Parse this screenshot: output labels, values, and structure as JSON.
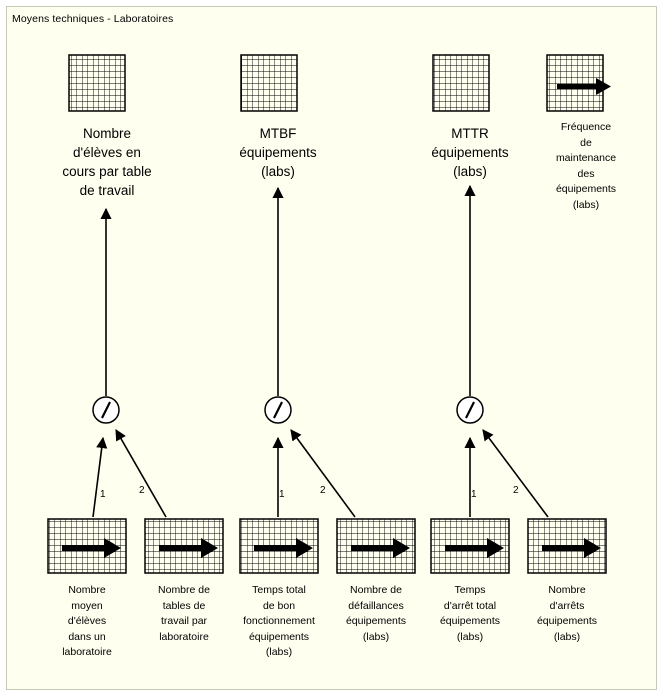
{
  "page_title": "Moyens techniques - Laboratoires",
  "indicators": [
    {
      "label": "Nombre\nd'élèves en\ncours par table\nde travail",
      "type": "grid"
    },
    {
      "label": "MTBF\néquipements\n(labs)",
      "type": "grid"
    },
    {
      "label": "MTTR\néquipements\n(labs)",
      "type": "grid"
    },
    {
      "label": "Fréquence\nde\nmaintenance\ndes\néquipements\n(labs)",
      "type": "grid-arrow"
    }
  ],
  "operators": [
    {
      "symbol": "/"
    },
    {
      "symbol": "/"
    },
    {
      "symbol": "/"
    }
  ],
  "inputs": [
    {
      "label": "Nombre\nmoyen\nd'élèves\ndans un\nlaboratoire",
      "order": "1"
    },
    {
      "label": "Nombre de\ntables de\ntravail par\nlaboratoire",
      "order": "2"
    },
    {
      "label": "Temps total\nde bon\nfonctionnement\néquipements\n(labs)",
      "order": "1"
    },
    {
      "label": "Nombre de\ndéfaillances\néquipements\n(labs)",
      "order": "2"
    },
    {
      "label": "Temps\nd'arrêt total\néquipements\n(labs)",
      "order": "1"
    },
    {
      "label": "Nombre\nd'arrêts\néquipements\n(labs)",
      "order": "2"
    }
  ],
  "colors": {
    "background": "#fffff0",
    "ink": "#000000"
  }
}
